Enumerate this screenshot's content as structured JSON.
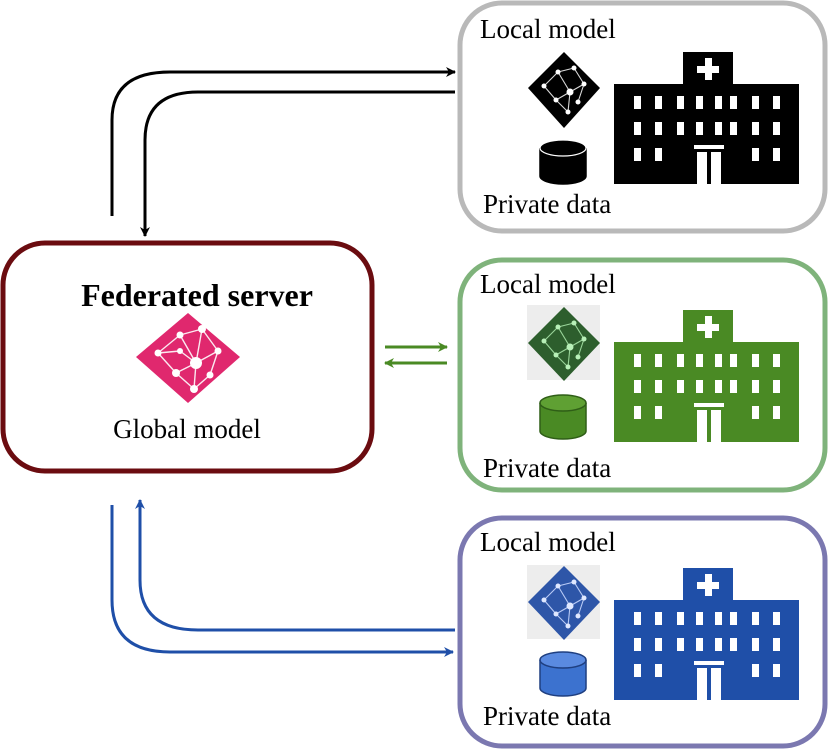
{
  "server": {
    "title": "Federated server",
    "model_label": "Global model",
    "border_color": "#6b0c10",
    "model_color": "#e0286e"
  },
  "clients": [
    {
      "model_label": "Local model",
      "data_label": "Private data",
      "border_color": "#b9b9b9",
      "color": "#000000",
      "arrow_color": "#000000"
    },
    {
      "model_label": "Local model",
      "data_label": "Private data",
      "border_color": "#7fb37b",
      "color": "#4a8a24",
      "arrow_color": "#4a8a24"
    },
    {
      "model_label": "Local model",
      "data_label": "Private data",
      "border_color": "#7b78b0",
      "color": "#1f4fa8",
      "arrow_color": "#1f4fa8"
    }
  ]
}
